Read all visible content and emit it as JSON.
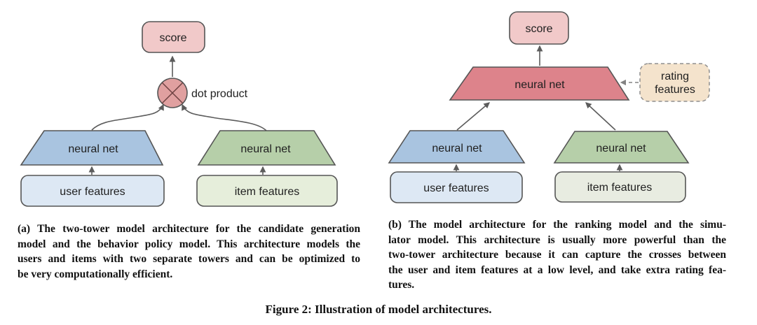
{
  "figure": {
    "caption": "Figure 2: Illustration of model architectures."
  },
  "panel_a": {
    "score_label": "score",
    "dot_product_label": "dot product",
    "left_tower": {
      "net_label": "neural net",
      "features_label": "user features"
    },
    "right_tower": {
      "net_label": "neural net",
      "features_label": "item features"
    },
    "caption_lines": {
      "0": "(a) The two-tower model architecture for the candidate generation",
      "1": "model and the behavior policy model. This architecture models the",
      "2": "users and items with two separate towers and can be optimized to",
      "3": "be very computationally efficient."
    }
  },
  "panel_b": {
    "score_label": "score",
    "main_net_label": "neural net",
    "rating_features_line1": "rating",
    "rating_features_line2": "features",
    "left_tower": {
      "net_label": "neural net",
      "features_label": "user features"
    },
    "right_tower": {
      "net_label": "neural net",
      "features_label": "item features"
    },
    "caption_lines": {
      "0": "(b) The model architecture for the ranking model and the simu-",
      "1": "lator model. This architecture is usually more powerful than the",
      "2": "two-tower architecture because it can capture the crosses between",
      "3": "the user and item features at a low level, and take extra rating fea-",
      "4": "tures."
    }
  },
  "colors": {
    "score_fill": "#f1c9c9",
    "dot_circle_fill": "#e0a0a0",
    "blue_trapezoid_fill": "#a9c4e0",
    "blue_box_fill": "#dde8f4",
    "green_trapezoid_fill": "#b6cfa9",
    "green_box_fill_a": "#e6eedb",
    "green_box_fill_b": "#e8ece1",
    "red_trapezoid_fill": "#dd838b",
    "rating_box_fill": "#f4e3cc",
    "outline": "#555555"
  }
}
